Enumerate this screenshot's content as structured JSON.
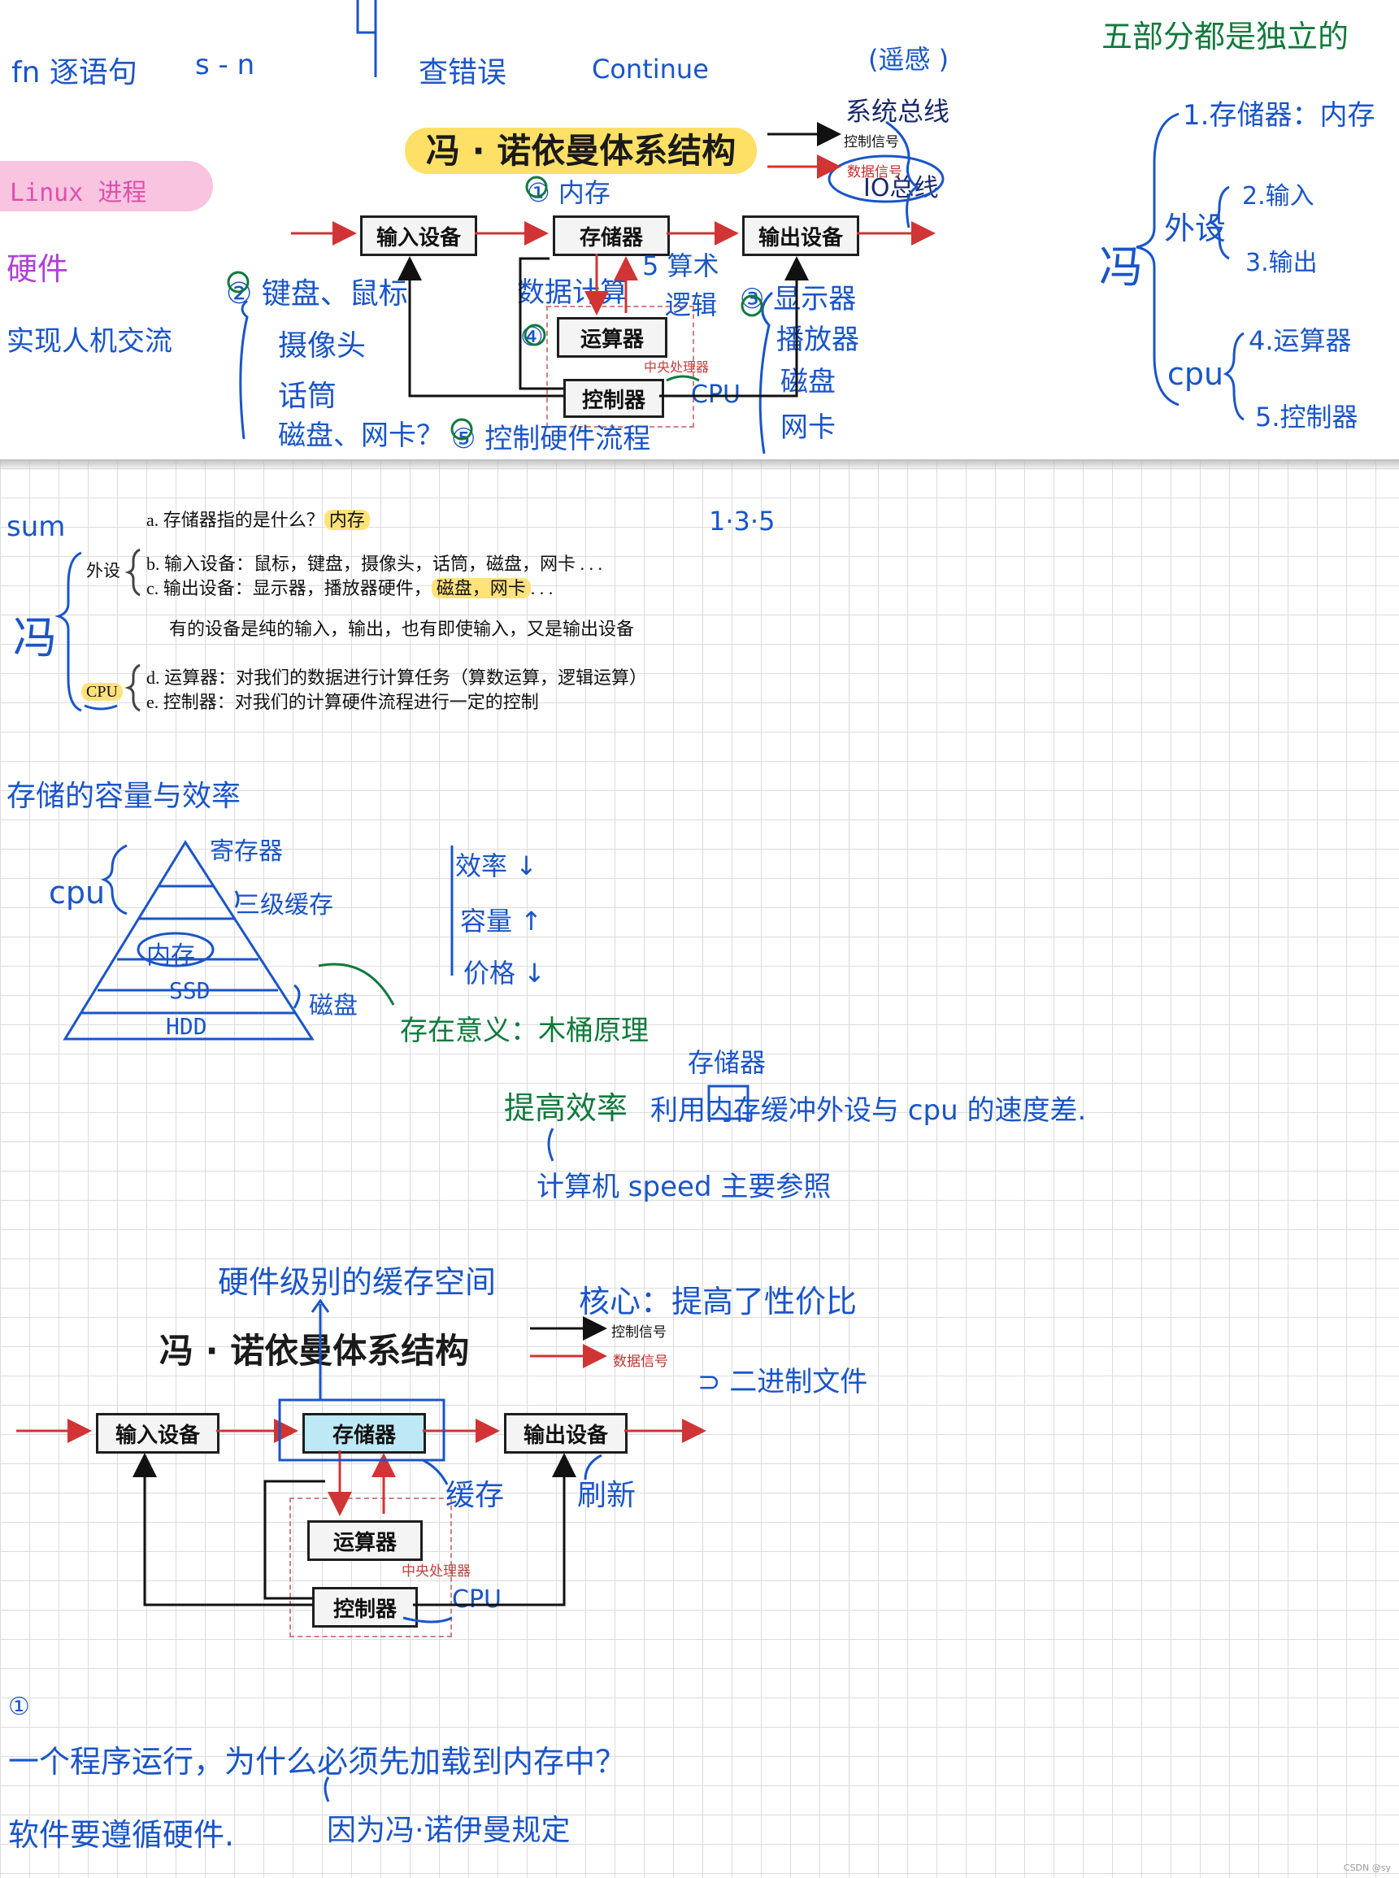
{
  "top_notes": {
    "fn_line": "fn 逐语句",
    "s_n": "s - n",
    "check_error": "查错误",
    "continue": "Continue",
    "linux": "Linux 进程",
    "hardware": "硬件",
    "interaction": "实现人机交流",
    "five_parts": "五部分都是独立的",
    "remote_sense": "(遥感 )",
    "system_bus": "系统总线",
    "io_bus": "IO总线"
  },
  "diagram1": {
    "title": "冯 · 诺依曼体系结构",
    "control_signal": "控制信号",
    "data_signal": "数据信号",
    "input": "输入设备",
    "memory": "存储器",
    "output": "输出设备",
    "alu": "运算器",
    "control": "控制器",
    "cpu_label": "中央处理器",
    "anno_memory": "① 内存",
    "anno_input": "② 键盘、鼠标",
    "anno_input_list": [
      "摄像头",
      "话筒",
      "磁盘、网卡？"
    ],
    "anno_data_calc": "数据计算",
    "anno_alu": "5 算术",
    "anno_logic": "逻辑",
    "anno_4": "④",
    "anno_output": "③ 显示器",
    "anno_output_list": [
      "播放器",
      "磁盘",
      "网卡"
    ],
    "anno_cpu": "CPU",
    "anno_control_flow": "⑤ 控制硬件流程"
  },
  "feng_tree": {
    "root": "冯",
    "storage": "1.存储器：内存",
    "peripheral": "外设",
    "input": "2.输入",
    "output": "3.输出",
    "cpu": "cpu",
    "alu": "4.运算器",
    "control": "5.控制器"
  },
  "summary": {
    "sum": "sum",
    "root": "冯",
    "numbers": "1·3·5",
    "a": "a.  存储器指的是什么？",
    "a_mark": "内存",
    "peripheral": "外设",
    "b": "b.  输入设备：鼠标，键盘，摄像头，话筒，磁盘，网卡 . . .",
    "c": "c.  输出设备：显示器，播放器硬件，",
    "c_mark": "磁盘，网卡",
    "c_tail": ". . .",
    "mixed": "有的设备是纯的输入，输出，也有即使输入，又是输出设备",
    "cpu": "CPU",
    "d": "d. 运算器：对我们的数据进行计算任务（算数运算，逻辑运算）",
    "e": "e. 控制器：对我们的计算硬件流程进行一定的控制"
  },
  "pyramid": {
    "heading": "存储的容量与效率",
    "cpu": "cpu",
    "register": "寄存器",
    "cache": "三级缓存",
    "memory": "内存",
    "ssd": "SSD",
    "hdd": "HDD",
    "disk": "磁盘",
    "efficiency": "效率 ↓",
    "capacity": "容量 ↑",
    "price": "价格 ↓",
    "meaning": "存在意义：木桶原理",
    "storage_label": "存储器",
    "improve": "提高效率",
    "improve_text": "利用内存缓冲外设与 cpu 的速度差.",
    "speed": "计算机 speed 主要参照"
  },
  "diagram2": {
    "title": "冯 · 诺依曼体系结构",
    "control_signal": "控制信号",
    "data_signal": "数据信号",
    "input": "输入设备",
    "memory": "存储器",
    "output": "输出设备",
    "alu": "运算器",
    "control": "控制器",
    "cpu_label": "中央处理器",
    "anno_cache_space": "硬件级别的缓存空间",
    "anno_core": "核心：提高了性价比",
    "anno_binary": "⊃ 二进制文件",
    "anno_cache": "缓存",
    "anno_refresh": "刷新",
    "anno_cpu": "CPU"
  },
  "bottom": {
    "num": "①",
    "question": "一个程序运行，为什么必须先加载到内存中？",
    "answer_left": "软件要遵循硬件.",
    "answer_right": "因为冯·诺伊曼规定"
  },
  "watermark": "CSDN @sy"
}
